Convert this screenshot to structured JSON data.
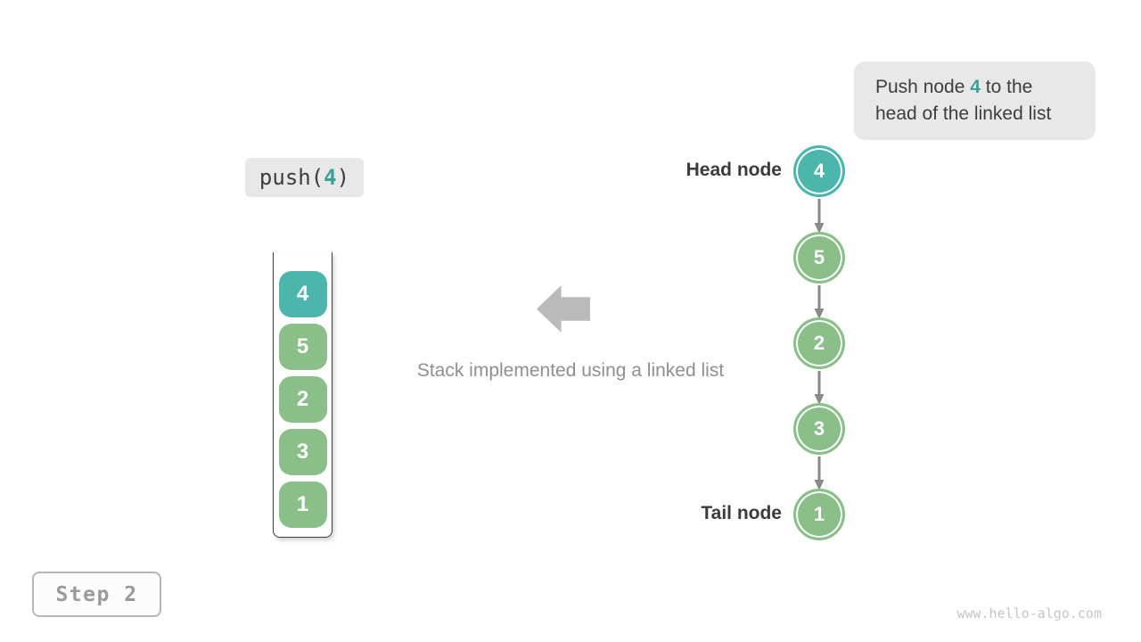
{
  "callout": {
    "line1_prefix": "Push node ",
    "line1_highlight": "4",
    "line1_suffix": " to the",
    "line2": "head of the linked list"
  },
  "push_call": {
    "prefix": "push(",
    "arg": "4",
    "suffix": ")"
  },
  "stack": {
    "items": [
      {
        "value": "4",
        "state": "new"
      },
      {
        "value": "5",
        "state": "normal"
      },
      {
        "value": "2",
        "state": "normal"
      },
      {
        "value": "3",
        "state": "normal"
      },
      {
        "value": "1",
        "state": "normal"
      }
    ]
  },
  "caption": "Stack implemented using a linked list",
  "linked_list": {
    "head_label": "Head node",
    "tail_label": "Tail node",
    "nodes": [
      {
        "value": "4",
        "state": "new"
      },
      {
        "value": "5",
        "state": "normal"
      },
      {
        "value": "2",
        "state": "normal"
      },
      {
        "value": "3",
        "state": "normal"
      },
      {
        "value": "1",
        "state": "normal"
      }
    ]
  },
  "step_badge": "Step 2",
  "watermark": "www.hello-algo.com",
  "colors": {
    "highlight_teal_fill": "#4db6ac",
    "highlight_teal_text": "#3ca096",
    "node_green": "#8abf8a",
    "connector_gray": "#8a8a8a",
    "block_arrow_gray": "#bababa",
    "callout_background": "#e8e8e8",
    "dark_text": "#3d3d3d",
    "muted_text": "#8f8f8f"
  }
}
